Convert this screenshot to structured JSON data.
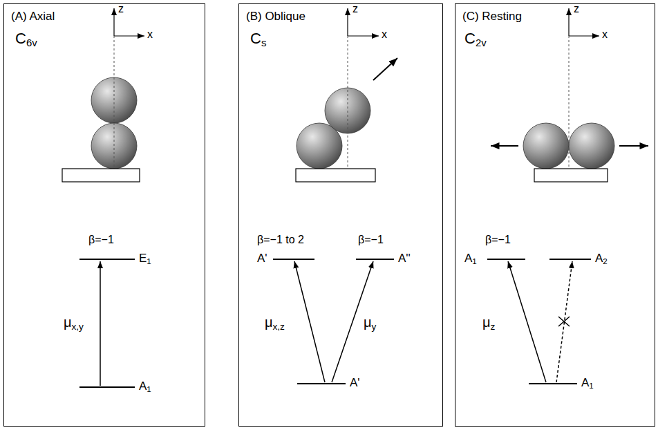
{
  "diagram": {
    "nodes": [
      {
        "text": [
          "(A) Axial"
        ]
      },
      {
        "text": [
          "(B) Oblique"
        ]
      },
      {
        "text": [
          "(C) Resting"
        ]
      }
    ],
    "labels": [
      "C6v",
      "z",
      "x",
      "β=−1",
      "E1",
      "μx,y",
      "A1",
      "Cs",
      "z",
      "x",
      "β=−1 to 2",
      "β=−1",
      "A'",
      "A''",
      "μx,z",
      "μy",
      "A'",
      "C2v",
      "z",
      "x",
      "β=−1",
      "A1",
      "A2",
      "μz",
      "A1"
    ]
  }
}
